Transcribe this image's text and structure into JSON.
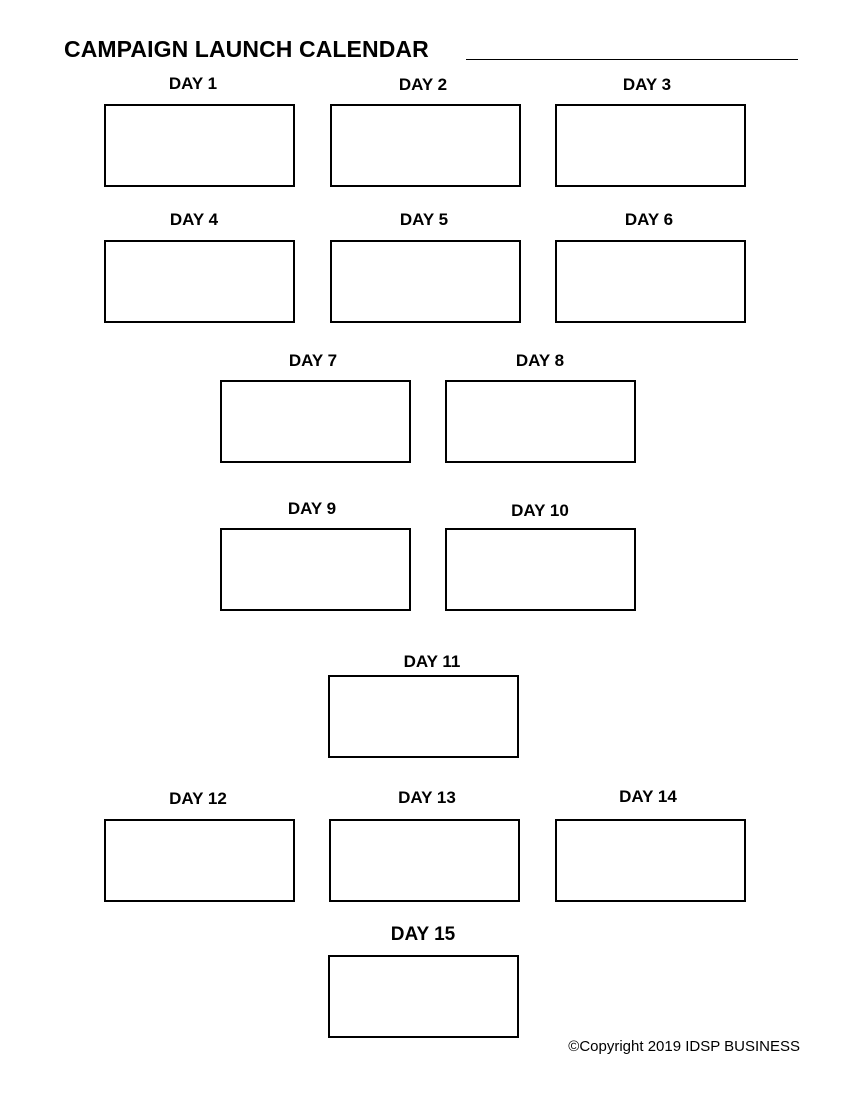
{
  "header": {
    "title": "CAMPAIGN LAUNCH CALENDAR"
  },
  "days": [
    {
      "label": "DAY 1"
    },
    {
      "label": "DAY 2"
    },
    {
      "label": "DAY 3"
    },
    {
      "label": "DAY 4"
    },
    {
      "label": "DAY 5"
    },
    {
      "label": "DAY 6"
    },
    {
      "label": "DAY 7"
    },
    {
      "label": "DAY 8"
    },
    {
      "label": "DAY 9"
    },
    {
      "label": "DAY 10"
    },
    {
      "label": "DAY 11"
    },
    {
      "label": "DAY 12"
    },
    {
      "label": "DAY 13"
    },
    {
      "label": "DAY 14"
    },
    {
      "label": "DAY 15"
    }
  ],
  "footer": {
    "copyright": "©Copyright 2019 IDSP BUSINESS"
  }
}
